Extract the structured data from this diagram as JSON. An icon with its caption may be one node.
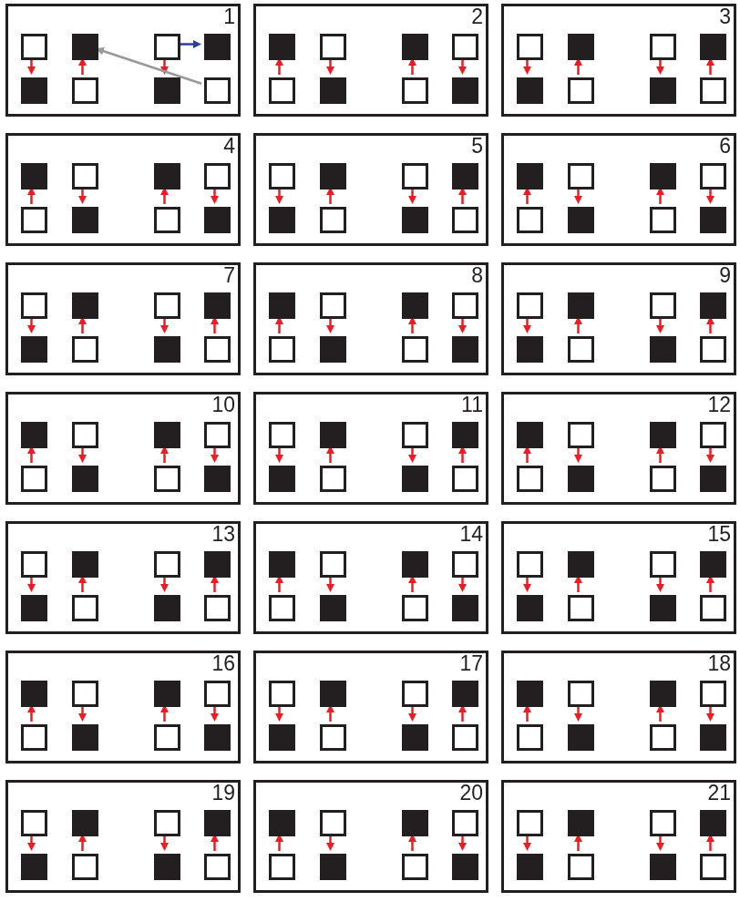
{
  "diagram": {
    "nodes": [
      {
        "text": [
          "1"
        ]
      },
      {
        "text": [],
        "shape": "box",
        "in": 0
      },
      {
        "text": [],
        "shape": "box",
        "in": 0
      },
      {
        "text": [],
        "shape": "box",
        "in": 0
      },
      {
        "text": [],
        "shape": "box",
        "in": 0
      },
      {
        "text": [],
        "shape": "box",
        "in": 0
      },
      {
        "text": [],
        "shape": "box",
        "in": 0
      },
      {
        "text": [],
        "shape": "box",
        "in": 0
      },
      {
        "text": [],
        "shape": "box",
        "in": 0
      },
      {
        "text": [
          "2"
        ]
      },
      {
        "text": [],
        "shape": "box",
        "in": 9
      },
      {
        "text": [],
        "shape": "box",
        "in": 9
      },
      {
        "text": [],
        "shape": "box",
        "in": 9
      },
      {
        "text": [],
        "shape": "box",
        "in": 9
      },
      {
        "text": [],
        "shape": "box",
        "in": 9
      },
      {
        "text": [],
        "shape": "box",
        "in": 9
      },
      {
        "text": [],
        "shape": "box",
        "in": 9
      },
      {
        "text": [],
        "shape": "box",
        "in": 9
      },
      {
        "text": [
          "3"
        ]
      },
      {
        "text": [],
        "shape": "box",
        "in": 18
      },
      {
        "text": [],
        "shape": "box",
        "in": 18
      },
      {
        "text": [],
        "shape": "box",
        "in": 18
      },
      {
        "text": [],
        "shape": "box",
        "in": 18
      },
      {
        "text": [],
        "shape": "box",
        "in": 18
      },
      {
        "text": [],
        "shape": "box",
        "in": 18
      },
      {
        "text": [],
        "shape": "box",
        "in": 18
      },
      {
        "text": [],
        "shape": "box",
        "in": 18
      },
      {
        "text": [
          "4"
        ]
      },
      {
        "text": [],
        "shape": "box",
        "in": 27
      },
      {
        "text": [],
        "shape": "box",
        "in": 27
      },
      {
        "text": [],
        "shape": "box",
        "in": 27
      },
      {
        "text": [],
        "shape": "box",
        "in": 27
      },
      {
        "text": [],
        "shape": "box",
        "in": 27
      },
      {
        "text": [],
        "shape": "box",
        "in": 27
      },
      {
        "text": [],
        "shape": "box",
        "in": 27
      },
      {
        "text": [],
        "shape": "box",
        "in": 27
      },
      {
        "text": [
          "5"
        ]
      },
      {
        "text": [],
        "shape": "box",
        "in": 36
      },
      {
        "text": [],
        "shape": "box",
        "in": 36
      },
      {
        "text": [],
        "shape": "box",
        "in": 36
      },
      {
        "text": [],
        "shape": "box",
        "in": 36
      },
      {
        "text": [],
        "shape": "box",
        "in": 36
      },
      {
        "text": [],
        "shape": "box",
        "in": 36
      },
      {
        "text": [],
        "shape": "box",
        "in": 36
      },
      {
        "text": [],
        "shape": "box",
        "in": 36
      },
      {
        "text": [
          "6"
        ]
      },
      {
        "text": [],
        "shape": "box",
        "in": 45
      },
      {
        "text": [],
        "shape": "box",
        "in": 45
      },
      {
        "text": [],
        "shape": "box",
        "in": 45
      },
      {
        "text": [],
        "shape": "box",
        "in": 45
      },
      {
        "text": [],
        "shape": "box",
        "in": 45
      },
      {
        "text": [],
        "shape": "box",
        "in": 45
      },
      {
        "text": [],
        "shape": "box",
        "in": 45
      },
      {
        "text": [],
        "shape": "box",
        "in": 45
      },
      {
        "text": [
          "7"
        ]
      },
      {
        "text": [],
        "shape": "box",
        "in": 54
      },
      {
        "text": [],
        "shape": "box",
        "in": 54
      },
      {
        "text": [],
        "shape": "box",
        "in": 54
      },
      {
        "text": [],
        "shape": "box",
        "in": 54
      },
      {
        "text": [],
        "shape": "box",
        "in": 54
      },
      {
        "text": [],
        "shape": "box",
        "in": 54
      },
      {
        "text": [],
        "shape": "box",
        "in": 54
      },
      {
        "text": [],
        "shape": "box",
        "in": 54
      },
      {
        "text": [
          "8"
        ]
      },
      {
        "text": [],
        "shape": "box",
        "in": 63
      },
      {
        "text": [],
        "shape": "box",
        "in": 63
      },
      {
        "text": [],
        "shape": "box",
        "in": 63
      },
      {
        "text": [],
        "shape": "box",
        "in": 63
      },
      {
        "text": [],
        "shape": "box",
        "in": 63
      },
      {
        "text": [],
        "shape": "box",
        "in": 63
      },
      {
        "text": [],
        "shape": "box",
        "in": 63
      },
      {
        "text": [],
        "shape": "box",
        "in": 63
      },
      {
        "text": [
          "9"
        ]
      },
      {
        "text": [],
        "shape": "box",
        "in": 72
      },
      {
        "text": [],
        "shape": "box",
        "in": 72
      },
      {
        "text": [],
        "shape": "box",
        "in": 72
      },
      {
        "text": [],
        "shape": "box",
        "in": 72
      },
      {
        "text": [],
        "shape": "box",
        "in": 72
      },
      {
        "text": [],
        "shape": "box",
        "in": 72
      },
      {
        "text": [],
        "shape": "box",
        "in": 72
      },
      {
        "text": [],
        "shape": "box",
        "in": 72
      },
      {
        "text": [
          "10"
        ]
      },
      {
        "text": [],
        "shape": "box",
        "in": 81
      },
      {
        "text": [],
        "shape": "box",
        "in": 81
      },
      {
        "text": [],
        "shape": "box",
        "in": 81
      },
      {
        "text": [],
        "shape": "box",
        "in": 81
      },
      {
        "text": [],
        "shape": "box",
        "in": 81
      },
      {
        "text": [],
        "shape": "box",
        "in": 81
      },
      {
        "text": [],
        "shape": "box",
        "in": 81
      },
      {
        "text": [],
        "shape": "box",
        "in": 81
      },
      {
        "text": [
          "11"
        ]
      },
      {
        "text": [],
        "shape": "box",
        "in": 90
      },
      {
        "text": [],
        "shape": "box",
        "in": 90
      },
      {
        "text": [],
        "shape": "box",
        "in": 90
      },
      {
        "text": [],
        "shape": "box",
        "in": 90
      },
      {
        "text": [],
        "shape": "box",
        "in": 90
      },
      {
        "text": [],
        "shape": "box",
        "in": 90
      },
      {
        "text": [],
        "shape": "box",
        "in": 90
      },
      {
        "text": [],
        "shape": "box",
        "in": 90
      },
      {
        "text": [
          "12"
        ]
      },
      {
        "text": [],
        "shape": "box",
        "in": 99
      },
      {
        "text": [],
        "shape": "box",
        "in": 99
      },
      {
        "text": [],
        "shape": "box",
        "in": 99
      },
      {
        "text": [],
        "shape": "box",
        "in": 99
      },
      {
        "text": [],
        "shape": "box",
        "in": 99
      },
      {
        "text": [],
        "shape": "box",
        "in": 99
      },
      {
        "text": [],
        "shape": "box",
        "in": 99
      },
      {
        "text": [],
        "shape": "box",
        "in": 99
      },
      {
        "text": [
          "13"
        ]
      },
      {
        "text": [],
        "shape": "box",
        "in": 108
      },
      {
        "text": [],
        "shape": "box",
        "in": 108
      },
      {
        "text": [],
        "shape": "box",
        "in": 108
      },
      {
        "text": [],
        "shape": "box",
        "in": 108
      },
      {
        "text": [],
        "shape": "box",
        "in": 108
      },
      {
        "text": [],
        "shape": "box",
        "in": 108
      },
      {
        "text": [],
        "shape": "box",
        "in": 108
      },
      {
        "text": [],
        "shape": "box",
        "in": 108
      },
      {
        "text": [
          "14"
        ]
      },
      {
        "text": [],
        "shape": "box",
        "in": 117
      },
      {
        "text": [],
        "shape": "box",
        "in": 117
      },
      {
        "text": [],
        "shape": "box",
        "in": 117
      },
      {
        "text": [],
        "shape": "box",
        "in": 117
      },
      {
        "text": [],
        "shape": "box",
        "in": 117
      },
      {
        "text": [],
        "shape": "box",
        "in": 117
      },
      {
        "text": [],
        "shape": "box",
        "in": 117
      },
      {
        "text": [],
        "shape": "box",
        "in": 117
      },
      {
        "text": [
          "15"
        ]
      },
      {
        "text": [],
        "shape": "box",
        "in": 126
      },
      {
        "text": [],
        "shape": "box",
        "in": 126
      },
      {
        "text": [],
        "shape": "box",
        "in": 126
      },
      {
        "text": [],
        "shape": "box",
        "in": 126
      },
      {
        "text": [],
        "shape": "box",
        "in": 126
      },
      {
        "text": [],
        "shape": "box",
        "in": 126
      },
      {
        "text": [],
        "shape": "box",
        "in": 126
      },
      {
        "text": [],
        "shape": "box",
        "in": 126
      },
      {
        "text": [
          "16"
        ]
      },
      {
        "text": [],
        "shape": "box",
        "in": 135
      },
      {
        "text": [],
        "shape": "box",
        "in": 135
      },
      {
        "text": [],
        "shape": "box",
        "in": 135
      },
      {
        "text": [],
        "shape": "box",
        "in": 135
      },
      {
        "text": [],
        "shape": "box",
        "in": 135
      },
      {
        "text": [],
        "shape": "box",
        "in": 135
      },
      {
        "text": [],
        "shape": "box",
        "in": 135
      },
      {
        "text": [],
        "shape": "box",
        "in": 135
      },
      {
        "text": [
          "17"
        ]
      },
      {
        "text": [],
        "shape": "box",
        "in": 144
      },
      {
        "text": [],
        "shape": "box",
        "in": 144
      },
      {
        "text": [],
        "shape": "box",
        "in": 144
      },
      {
        "text": [],
        "shape": "box",
        "in": 144
      },
      {
        "text": [],
        "shape": "box",
        "in": 144
      },
      {
        "text": [],
        "shape": "box",
        "in": 144
      },
      {
        "text": [],
        "shape": "box",
        "in": 144
      },
      {
        "text": [],
        "shape": "box",
        "in": 144
      },
      {
        "text": [
          "18"
        ]
      },
      {
        "text": [],
        "shape": "box",
        "in": 153
      },
      {
        "text": [],
        "shape": "box",
        "in": 153
      },
      {
        "text": [],
        "shape": "box",
        "in": 153
      },
      {
        "text": [],
        "shape": "box",
        "in": 153
      },
      {
        "text": [],
        "shape": "box",
        "in": 153
      },
      {
        "text": [],
        "shape": "box",
        "in": 153
      },
      {
        "text": [],
        "shape": "box",
        "in": 153
      },
      {
        "text": [],
        "shape": "box",
        "in": 153
      },
      {
        "text": [
          "19"
        ]
      },
      {
        "text": [],
        "shape": "box",
        "in": 162
      },
      {
        "text": [],
        "shape": "box",
        "in": 162
      },
      {
        "text": [],
        "shape": "box",
        "in": 162
      },
      {
        "text": [],
        "shape": "box",
        "in": 162
      },
      {
        "text": [],
        "shape": "box",
        "in": 162
      },
      {
        "text": [],
        "shape": "box",
        "in": 162
      },
      {
        "text": [],
        "shape": "box",
        "in": 162
      },
      {
        "text": [],
        "shape": "box",
        "in": 162
      },
      {
        "text": [
          "20"
        ]
      },
      {
        "text": [],
        "shape": "box",
        "in": 171
      },
      {
        "text": [],
        "shape": "box",
        "in": 171
      },
      {
        "text": [],
        "shape": "box",
        "in": 171
      },
      {
        "text": [],
        "shape": "box",
        "in": 171
      },
      {
        "text": [],
        "shape": "box",
        "in": 171
      },
      {
        "text": [],
        "shape": "box",
        "in": 171
      },
      {
        "text": [],
        "shape": "box",
        "in": 171
      },
      {
        "text": [],
        "shape": "box",
        "in": 171
      },
      {
        "text": [
          "21"
        ]
      },
      {
        "text": [],
        "shape": "box",
        "in": 180
      },
      {
        "text": [],
        "shape": "box",
        "in": 180
      },
      {
        "text": [],
        "shape": "box",
        "in": 180
      },
      {
        "text": [],
        "shape": "box",
        "in": 180
      },
      {
        "text": [],
        "shape": "box",
        "in": 180
      },
      {
        "text": [],
        "shape": "box",
        "in": 180
      },
      {
        "text": [],
        "shape": "box",
        "in": 180
      },
      {
        "text": [],
        "shape": "box",
        "in": 180
      }
    ],
    "edges": [
      {
        "from": 1,
        "to": 5,
        "arrow": "to"
      },
      {
        "from": 6,
        "to": 2,
        "arrow": "to"
      },
      {
        "from": 3,
        "to": 7,
        "arrow": "to"
      },
      {
        "from": 3,
        "to": 4,
        "arrow": "to",
        "color": "#2e3f99"
      },
      {
        "from": 8,
        "to": 2,
        "arrow": "to",
        "color": "#999999"
      },
      {
        "from": 14,
        "to": 10,
        "arrow": "to"
      },
      {
        "from": 11,
        "to": 15,
        "arrow": "to"
      },
      {
        "from": 16,
        "to": 12,
        "arrow": "to"
      },
      {
        "from": 13,
        "to": 17,
        "arrow": "to"
      },
      {
        "from": 19,
        "to": 23,
        "arrow": "to"
      },
      {
        "from": 24,
        "to": 20,
        "arrow": "to"
      },
      {
        "from": 21,
        "to": 25,
        "arrow": "to"
      },
      {
        "from": 26,
        "to": 22,
        "arrow": "to"
      },
      {
        "from": 32,
        "to": 28,
        "arrow": "to"
      },
      {
        "from": 29,
        "to": 33,
        "arrow": "to"
      },
      {
        "from": 34,
        "to": 30,
        "arrow": "to"
      },
      {
        "from": 31,
        "to": 35,
        "arrow": "to"
      },
      {
        "from": 37,
        "to": 41,
        "arrow": "to"
      },
      {
        "from": 42,
        "to": 38,
        "arrow": "to"
      },
      {
        "from": 39,
        "to": 43,
        "arrow": "to"
      },
      {
        "from": 44,
        "to": 40,
        "arrow": "to"
      },
      {
        "from": 50,
        "to": 46,
        "arrow": "to"
      },
      {
        "from": 47,
        "to": 51,
        "arrow": "to"
      },
      {
        "from": 52,
        "to": 48,
        "arrow": "to"
      },
      {
        "from": 49,
        "to": 53,
        "arrow": "to"
      },
      {
        "from": 55,
        "to": 59,
        "arrow": "to"
      },
      {
        "from": 60,
        "to": 56,
        "arrow": "to"
      },
      {
        "from": 57,
        "to": 61,
        "arrow": "to"
      },
      {
        "from": 62,
        "to": 58,
        "arrow": "to"
      },
      {
        "from": 68,
        "to": 64,
        "arrow": "to"
      },
      {
        "from": 65,
        "to": 69,
        "arrow": "to"
      },
      {
        "from": 70,
        "to": 66,
        "arrow": "to"
      },
      {
        "from": 67,
        "to": 71,
        "arrow": "to"
      },
      {
        "from": 73,
        "to": 77,
        "arrow": "to"
      },
      {
        "from": 78,
        "to": 74,
        "arrow": "to"
      },
      {
        "from": 75,
        "to": 79,
        "arrow": "to"
      },
      {
        "from": 80,
        "to": 76,
        "arrow": "to"
      },
      {
        "from": 86,
        "to": 82,
        "arrow": "to"
      },
      {
        "from": 83,
        "to": 87,
        "arrow": "to"
      },
      {
        "from": 88,
        "to": 84,
        "arrow": "to"
      },
      {
        "from": 85,
        "to": 89,
        "arrow": "to"
      },
      {
        "from": 91,
        "to": 95,
        "arrow": "to"
      },
      {
        "from": 96,
        "to": 92,
        "arrow": "to"
      },
      {
        "from": 93,
        "to": 97,
        "arrow": "to"
      },
      {
        "from": 98,
        "to": 94,
        "arrow": "to"
      },
      {
        "from": 104,
        "to": 100,
        "arrow": "to"
      },
      {
        "from": 101,
        "to": 105,
        "arrow": "to"
      },
      {
        "from": 106,
        "to": 102,
        "arrow": "to"
      },
      {
        "from": 103,
        "to": 107,
        "arrow": "to"
      },
      {
        "from": 109,
        "to": 113,
        "arrow": "to"
      },
      {
        "from": 114,
        "to": 110,
        "arrow": "to"
      },
      {
        "from": 111,
        "to": 115,
        "arrow": "to"
      },
      {
        "from": 116,
        "to": 112,
        "arrow": "to"
      },
      {
        "from": 122,
        "to": 118,
        "arrow": "to"
      },
      {
        "from": 119,
        "to": 123,
        "arrow": "to"
      },
      {
        "from": 124,
        "to": 120,
        "arrow": "to"
      },
      {
        "from": 121,
        "to": 125,
        "arrow": "to"
      },
      {
        "from": 127,
        "to": 131,
        "arrow": "to"
      },
      {
        "from": 132,
        "to": 128,
        "arrow": "to"
      },
      {
        "from": 129,
        "to": 133,
        "arrow": "to"
      },
      {
        "from": 134,
        "to": 130,
        "arrow": "to"
      },
      {
        "from": 140,
        "to": 136,
        "arrow": "to"
      },
      {
        "from": 137,
        "to": 141,
        "arrow": "to"
      },
      {
        "from": 142,
        "to": 138,
        "arrow": "to"
      },
      {
        "from": 139,
        "to": 143,
        "arrow": "to"
      },
      {
        "from": 145,
        "to": 149,
        "arrow": "to"
      },
      {
        "from": 150,
        "to": 146,
        "arrow": "to"
      },
      {
        "from": 147,
        "to": 151,
        "arrow": "to"
      },
      {
        "from": 152,
        "to": 148,
        "arrow": "to"
      },
      {
        "from": 158,
        "to": 154,
        "arrow": "to"
      },
      {
        "from": 155,
        "to": 159,
        "arrow": "to"
      },
      {
        "from": 160,
        "to": 156,
        "arrow": "to"
      },
      {
        "from": 157,
        "to": 161,
        "arrow": "to"
      },
      {
        "from": 163,
        "to": 167,
        "arrow": "to"
      },
      {
        "from": 168,
        "to": 164,
        "arrow": "to"
      },
      {
        "from": 165,
        "to": 169,
        "arrow": "to"
      },
      {
        "from": 170,
        "to": 166,
        "arrow": "to"
      },
      {
        "from": 176,
        "to": 172,
        "arrow": "to"
      },
      {
        "from": 173,
        "to": 177,
        "arrow": "to"
      },
      {
        "from": 178,
        "to": 174,
        "arrow": "to"
      },
      {
        "from": 175,
        "to": 179,
        "arrow": "to"
      },
      {
        "from": 181,
        "to": 185,
        "arrow": "to"
      },
      {
        "from": 186,
        "to": 182,
        "arrow": "to"
      },
      {
        "from": 183,
        "to": 187,
        "arrow": "to"
      },
      {
        "from": 188,
        "to": 184,
        "arrow": "to"
      }
    ]
  }
}
